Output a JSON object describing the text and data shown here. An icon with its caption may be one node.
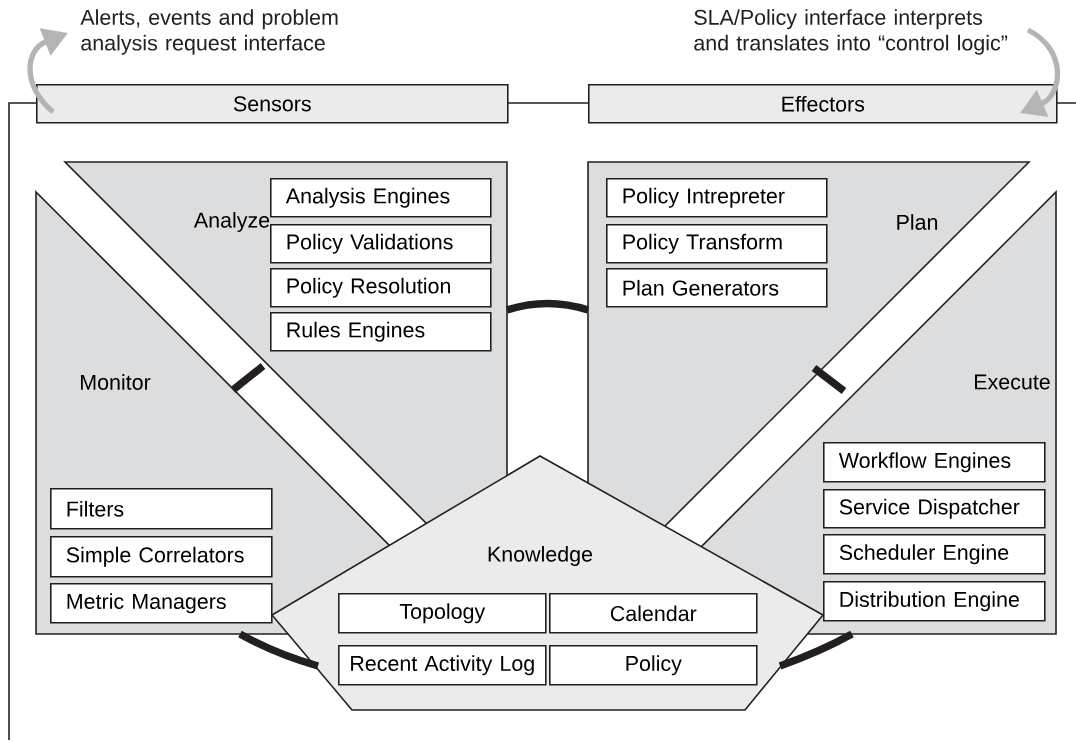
{
  "diagram": {
    "nodes": [
      {
        "text": [
          "Sensors"
        ]
      },
      {
        "text": [
          "Effectors"
        ]
      },
      {
        "text": [
          "Monitor"
        ]
      },
      {
        "text": [
          "Analyze"
        ]
      },
      {
        "text": [
          "Plan"
        ]
      },
      {
        "text": [
          "Execute"
        ]
      },
      {
        "text": [
          "Knowledge"
        ]
      },
      {
        "text": [
          "Analysis Engines"
        ],
        "in": 3
      },
      {
        "text": [
          "Policy Validations"
        ],
        "in": 3
      },
      {
        "text": [
          "Policy Resolution"
        ],
        "in": 3
      },
      {
        "text": [
          "Rules Engines"
        ],
        "in": 3
      },
      {
        "text": [
          "Policy Intrepreter"
        ],
        "in": 4
      },
      {
        "text": [
          "Policy Transform"
        ],
        "in": 4
      },
      {
        "text": [
          "Plan Generators"
        ],
        "in": 4
      },
      {
        "text": [
          "Filters"
        ],
        "in": 2
      },
      {
        "text": [
          "Simple Correlators"
        ],
        "in": 2
      },
      {
        "text": [
          "Metric Managers"
        ],
        "in": 2
      },
      {
        "text": [
          "Workflow Engines"
        ],
        "in": 5
      },
      {
        "text": [
          "Service Dispatcher"
        ],
        "in": 5
      },
      {
        "text": [
          "Scheduler Engine"
        ],
        "in": 5
      },
      {
        "text": [
          "Distribution Engine"
        ],
        "in": 5
      },
      {
        "text": [
          "Topology"
        ],
        "in": 6
      },
      {
        "text": [
          "Calendar"
        ],
        "in": 6
      },
      {
        "text": [
          "Recent Activity Log"
        ],
        "in": 6
      },
      {
        "text": [
          "Policy"
        ],
        "in": 6
      }
    ],
    "edges": [
      {
        "from": 0,
        "to": 1,
        "arrow": "none"
      },
      {
        "from": 0,
        "to": null,
        "arrow": "none"
      },
      {
        "from": 1,
        "to": null,
        "arrow": "none"
      },
      {
        "from": 0,
        "to": null,
        "arrow": "to",
        "color": "#b3b4b6"
      },
      {
        "from": null,
        "to": 1,
        "arrow": "to",
        "color": "#b3b4b6"
      },
      {
        "from": 2,
        "to": 3,
        "arrow": "none"
      },
      {
        "from": 3,
        "to": 4,
        "arrow": "none"
      },
      {
        "from": 4,
        "to": 5,
        "arrow": "none"
      },
      {
        "from": 2,
        "to": 6,
        "arrow": "none"
      },
      {
        "from": 5,
        "to": 6,
        "arrow": "none"
      }
    ],
    "labels": [
      "Alerts, events and problem analysis request interface",
      "SLA/Policy interface interprets and translates into “control logic”"
    ]
  }
}
